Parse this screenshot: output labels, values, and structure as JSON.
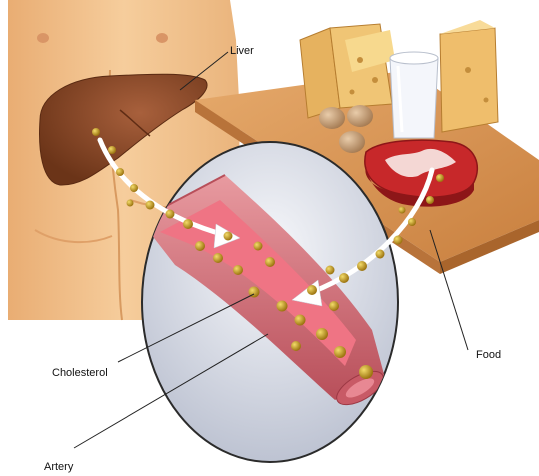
{
  "labels": {
    "liver": "Liver",
    "food": "Food",
    "cholesterol": "Cholesterol",
    "artery": "Artery"
  },
  "icons": {
    "torso": "human-torso",
    "liver": "liver-organ",
    "board": "cutting-board",
    "cheese": "cheese",
    "eggs": "eggs",
    "milk": "milk-glass",
    "meat": "steak",
    "artery": "artery-cross-section",
    "particle": "cholesterol-particle",
    "arrow": "flow-arrow"
  },
  "colors": {
    "skin": "#f2c08c",
    "liver": "#8a4a2b",
    "board": "#d9985a",
    "cheese": "#e8b76a",
    "meat": "#c7282a",
    "artery_wall": "#d8848a",
    "artery_lumen": "#ef6f7c",
    "particle": "#c99a1e",
    "magnifier": "#dfe3ee"
  }
}
